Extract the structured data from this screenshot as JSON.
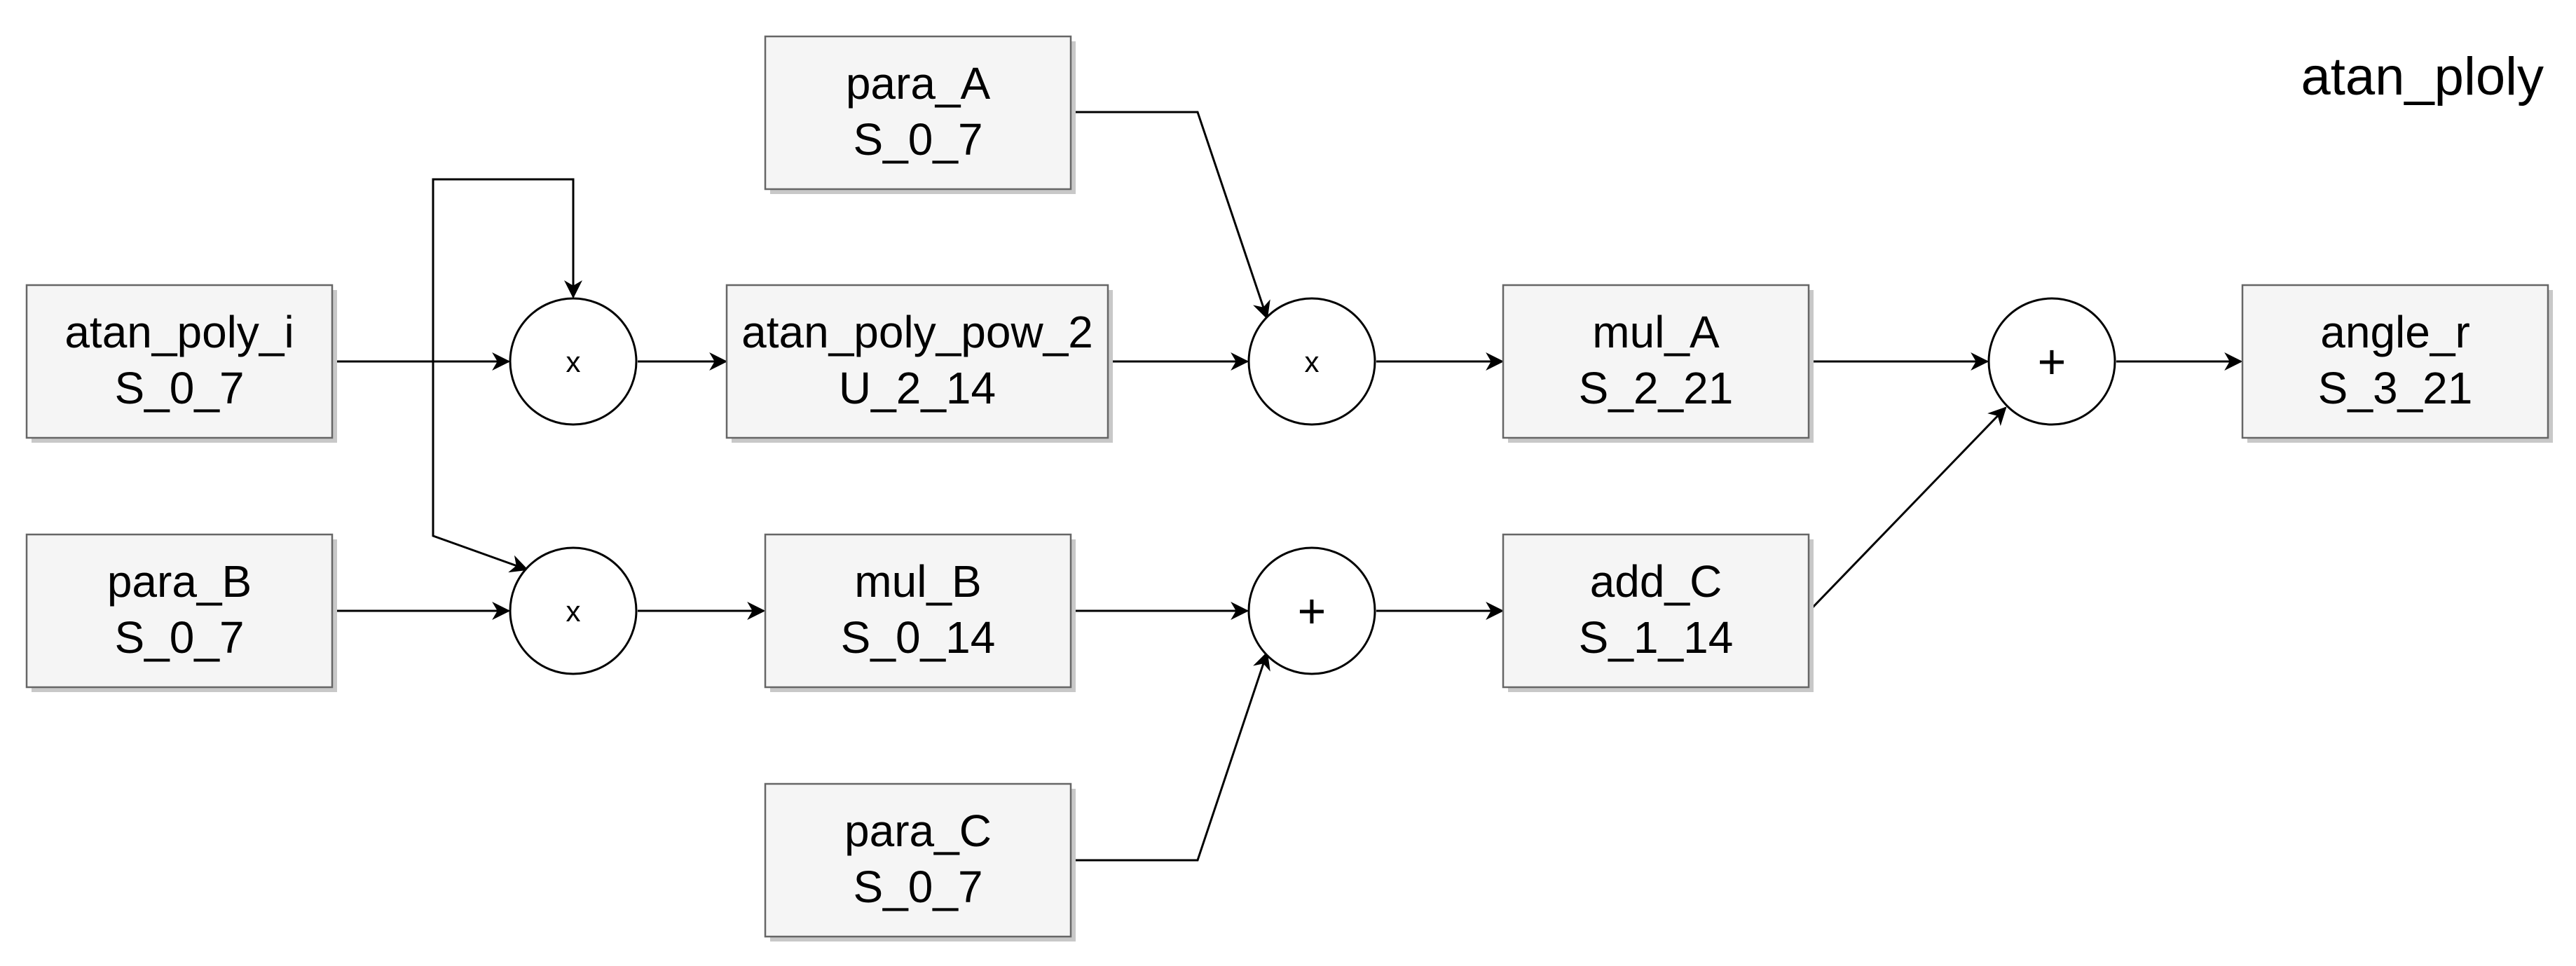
{
  "title": "atan_ploly",
  "nodes": {
    "atan_poly_i": {
      "name": "atan_poly_i",
      "type": "S_0_7"
    },
    "para_B": {
      "name": "para_B",
      "type": "S_0_7"
    },
    "para_A": {
      "name": "para_A",
      "type": "S_0_7"
    },
    "atan_poly_pow_2": {
      "name": "atan_poly_pow_2",
      "type": "U_2_14"
    },
    "mul_B": {
      "name": "mul_B",
      "type": "S_0_14"
    },
    "para_C": {
      "name": "para_C",
      "type": "S_0_7"
    },
    "mul_A": {
      "name": "mul_A",
      "type": "S_2_21"
    },
    "add_C": {
      "name": "add_C",
      "type": "S_1_14"
    },
    "angle_r": {
      "name": "angle_r",
      "type": "S_3_21"
    }
  },
  "operators": {
    "mul1": "x",
    "mul2": "x",
    "mul3": "x",
    "add1": "+",
    "add2": "+"
  }
}
